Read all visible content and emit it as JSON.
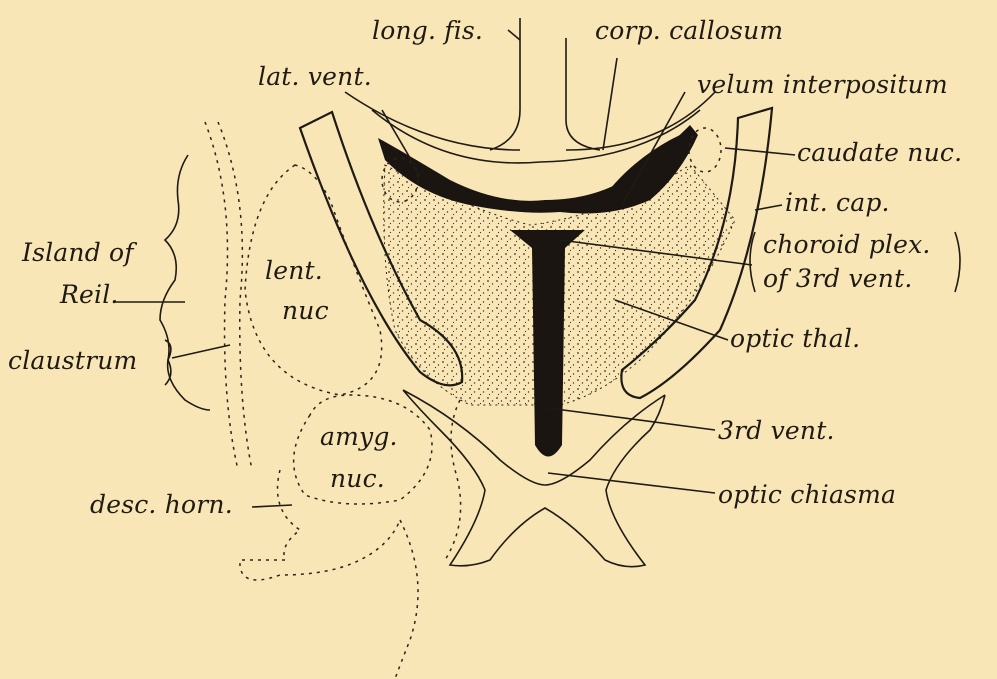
{
  "labels": {
    "long_fis": "long. fis.",
    "corp_callosum": "corp. callosum",
    "lat_vent": "lat. vent.",
    "velum_interpositum": "velum interpositum",
    "caudate_nuc": "caudate nuc.",
    "int_cap": "int. cap.",
    "choroid_plex_line1": "choroid plex.",
    "choroid_plex_line2": "of 3rd vent.",
    "island_of_reil_line1": "Island of",
    "island_of_reil_line2": "Reil.",
    "lent_nuc_line1": "lent.",
    "lent_nuc_line2": "nuc",
    "claustrum": "claustrum",
    "optic_thal": "optic thal.",
    "amyg_nuc_line1": "amyg.",
    "amyg_nuc_line2": "nuc.",
    "third_vent": "3rd vent.",
    "desc_horn": "desc. horn.",
    "optic_chiasma": "optic chiasma"
  },
  "colors": {
    "paper": "#f8e6b6",
    "ink": "#1f1a14"
  }
}
